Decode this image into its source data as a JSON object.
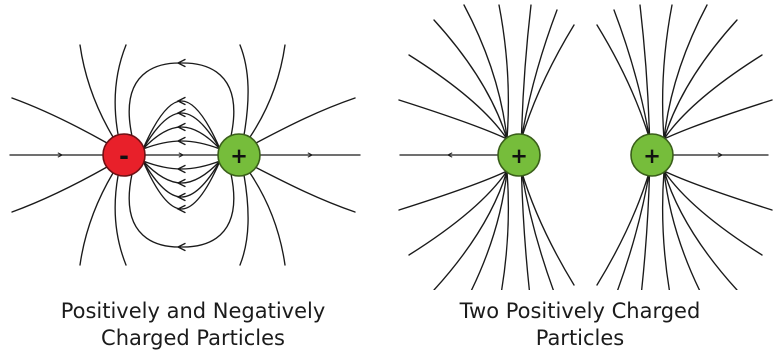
{
  "panels": [
    {
      "caption_lines": [
        "Positively and Negatively",
        "Charged Particles"
      ],
      "charges": [
        {
          "sign": "-",
          "color": "#e8202a",
          "stroke": "#6d1014"
        },
        {
          "sign": "+",
          "color": "#76bd3b",
          "stroke": "#3a5f1a"
        }
      ]
    },
    {
      "caption_lines": [
        "Two Positively Charged",
        "Particles"
      ],
      "charges": [
        {
          "sign": "+",
          "color": "#76bd3b",
          "stroke": "#3a5f1a"
        },
        {
          "sign": "+",
          "color": "#76bd3b",
          "stroke": "#3a5f1a"
        }
      ]
    }
  ]
}
